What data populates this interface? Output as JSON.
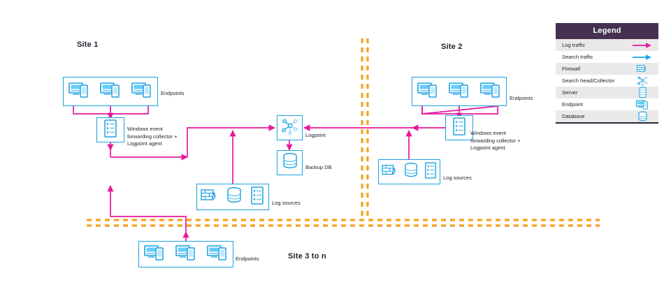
{
  "colors": {
    "log_traffic": "#e6189b",
    "search_traffic": "#1aa7ec",
    "icon_blue": "#1ba1e2",
    "boundary_orange": "#f5a21d",
    "legend_header_bg": "#453052",
    "legend_row_alt_bg": "#e9e9e9",
    "text": "#241c2e"
  },
  "sites": {
    "site1": {
      "title": "Site 1",
      "endpoints_label": "Endpoints",
      "collector_label": "Windows event\nforwarding collector +\nLogpoint agent",
      "endpoint_count": 3
    },
    "site2": {
      "title": "Site 2",
      "endpoints_label": "Endpoints",
      "collector_label": "Windows event\nforwarding collector +\nLogpoint agent",
      "log_sources_label": "Log sources",
      "endpoint_count": 3,
      "log_source_icons": [
        "firewall-icon",
        "database-icon",
        "server-icon"
      ]
    },
    "site3": {
      "title": "Site 3 to n",
      "endpoints_label": "Endpoints",
      "endpoint_count": 3
    }
  },
  "core": {
    "logpoint_label": "Logpoint",
    "backup_db_label": "Backup DB",
    "log_sources_label": "Log sources",
    "log_source_icons": [
      "firewall-icon",
      "database-icon",
      "server-icon"
    ]
  },
  "legend": {
    "title": "Legend",
    "rows": [
      {
        "label": "Log traffic",
        "art": "arrow-magenta"
      },
      {
        "label": "Search traffic",
        "art": "arrow-blue"
      },
      {
        "label": "Firewall",
        "art": "firewall-icon"
      },
      {
        "label": "Search head/Collector",
        "art": "search-head-icon"
      },
      {
        "label": "Server",
        "art": "server-icon"
      },
      {
        "label": "Endpoint",
        "art": "endpoint-icon"
      },
      {
        "label": "Database",
        "art": "database-icon"
      }
    ]
  }
}
